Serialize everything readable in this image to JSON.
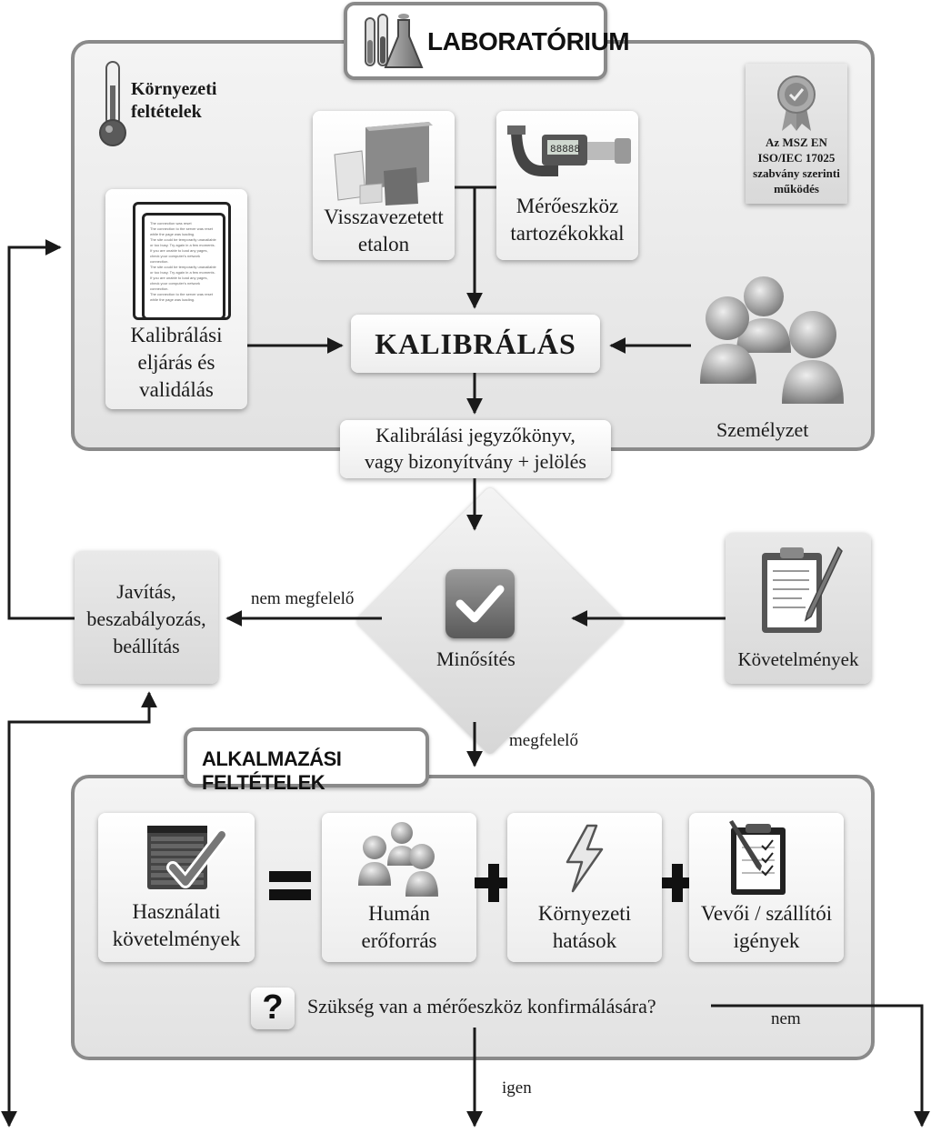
{
  "lab": {
    "title": "LABORATÓRIUM",
    "env_label": "Környezeti\nfeltételek",
    "standard_note": "Az MSZ EN\nISO/IEC 17025\nszabvány szerinti\nműködés",
    "etalon": "Visszavezetett\netalon",
    "instrument": "Mérőeszköz\ntartozékokkal",
    "procedure": "Kalibrálási\neljárás és\nvalidálás",
    "calibration": "KALIBRÁLÁS",
    "staff": "Személyzet",
    "record": "Kalibrálási jegyzőkönyv,\nvagy bizonyítvány + jelölés"
  },
  "qualification": {
    "label": "Minősítés",
    "repair": "Javítás,\nbeszabályozás,\nbeállítás",
    "not_ok": "nem megfelelő",
    "ok": "megfelelő",
    "requirements": "Követelmények"
  },
  "application": {
    "title": "ALKALMAZÁSI FELTÉTELEK",
    "usage": "Használati\nkövetelmények",
    "human": "Humán\nerőforrás",
    "env_effects": "Környezeti\nhatások",
    "customer": "Vevői / szállítói\nigények",
    "question_mark": "?",
    "question": "Szükség van a mérőeszköz konfirmálására?",
    "no": "nem",
    "yes": "igen"
  },
  "document_lines": [
    "The connection was reset",
    "The connection to the server was reset while the page was loading.",
    "The site could be temporarily unavailable or too busy. Try again in a few moments.",
    "If you are unable to load any pages, check your computer's network connection."
  ],
  "colors": {
    "line": "#1a1a1a",
    "panel_border": "#8a8a8a"
  }
}
